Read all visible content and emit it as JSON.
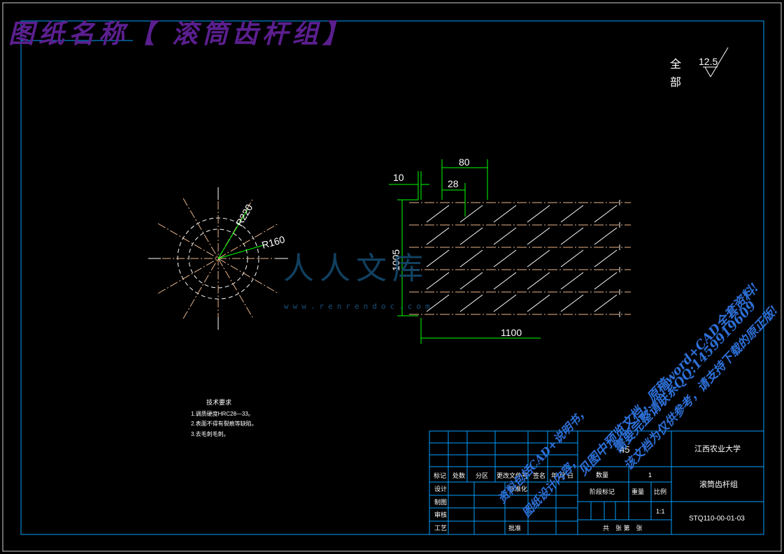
{
  "banner": {
    "title": "图纸名称【 滚筒齿杆组】"
  },
  "roughness": {
    "label_all": "全",
    "label_part": "部",
    "value": "12.5"
  },
  "dimensions": {
    "d80": "80",
    "d10": "10",
    "d28": "28",
    "d1005": "1005",
    "d1100": "1100",
    "r220": "R220",
    "r160": "R160"
  },
  "tech_requirements": {
    "heading": "技术要求",
    "items": [
      "1.调质硬度HRC28—33。",
      "2.表面不得有裂痕等缺陷。",
      "3.去毛刺毛刺。"
    ]
  },
  "title_block": {
    "material": "45",
    "school": "江西农业大学",
    "part_name": "滚筒齿杆组",
    "drawing_no": "STQ110-00-01-03",
    "quantity_label": "数量",
    "quantity": "1",
    "stage_label": "阶段标记",
    "weight_label": "重量",
    "scale_label": "比例",
    "scale": "1:1",
    "sheets": "共　张 第　张",
    "row_marks": [
      "标记",
      "处数",
      "分区",
      "更改文件号",
      "签名",
      "年 月 日"
    ],
    "row_labels": [
      "设计",
      "制图",
      "审核",
      "工艺"
    ],
    "standard_label": "标准化",
    "approve_label": "批准"
  },
  "watermark": {
    "logo": "人人文库",
    "url": "www.renrendoc.com",
    "promo_lines": [
      "资料包括CAD+说明书，",
      "图纸设计内容，",
      "见图中预览文档，原稿word+CAD全套资料!",
      "需要完整请联系QQ:1459919609",
      "该文档为仅供参考，请支持下载的原正版!"
    ]
  }
}
